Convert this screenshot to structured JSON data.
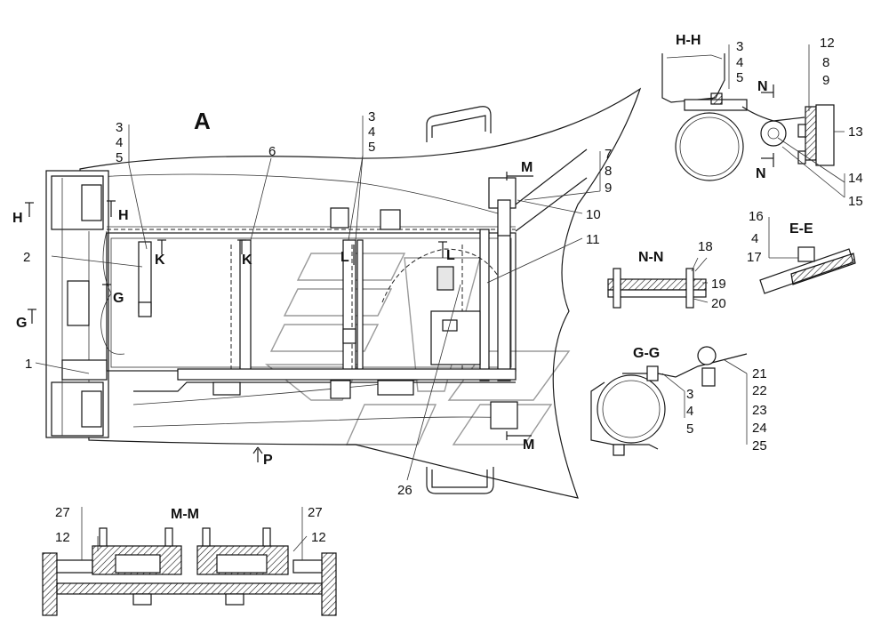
{
  "view_label": "A",
  "sections": {
    "hh": "H-H",
    "ee": "E-E",
    "nn": "N-N",
    "gg": "G-G",
    "mm": "M-M"
  },
  "cut_markers": {
    "h_left": "H",
    "h_right": "H",
    "g_left": "G",
    "g_right": "G",
    "k_left": "K",
    "k_right": "K",
    "l_left": "L",
    "l_right": "L",
    "m_top": "M",
    "m_bottom": "M",
    "n_top": "N",
    "n_bottom": "N",
    "p_arrow": "P"
  },
  "callouts": {
    "c1": "1",
    "c2": "2",
    "c3a": "3",
    "c4a": "4",
    "c5a": "5",
    "c3b": "3",
    "c4b": "4",
    "c5b": "5",
    "c6": "6",
    "c7": "7",
    "c8": "8",
    "c9": "9",
    "c10": "10",
    "c11": "11",
    "c26": "26",
    "hh3": "3",
    "hh4": "4",
    "hh5": "5",
    "hh12": "12",
    "hh8": "8",
    "hh9": "9",
    "hh13": "13",
    "hh14": "14",
    "hh15": "15",
    "ee16": "16",
    "ee4": "4",
    "ee17": "17",
    "nn18": "18",
    "nn19": "19",
    "nn20": "20",
    "gg3": "3",
    "gg4": "4",
    "gg5": "5",
    "gg21": "21",
    "gg22": "22",
    "gg23": "23",
    "gg24": "24",
    "gg25": "25",
    "mm27l": "27",
    "mm12l": "12",
    "mm27r": "27",
    "mm12r": "12"
  }
}
